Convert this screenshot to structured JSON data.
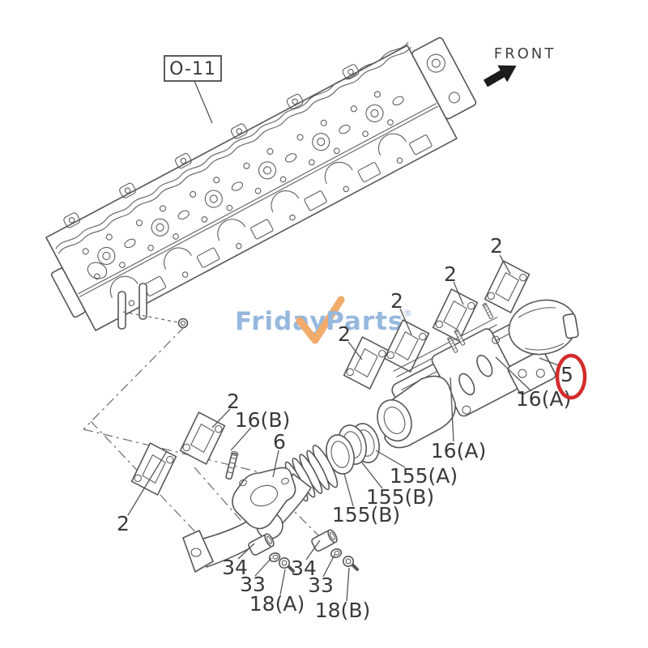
{
  "reference": {
    "box_label": "O-11"
  },
  "orientation": {
    "front_label": "FRONT"
  },
  "watermark": {
    "left": "Friday",
    "right": "Parts",
    "reg": "®"
  },
  "colors": {
    "line": "#565656",
    "label": "#3a3a3a",
    "highlight_red": "#d32b2b",
    "watermark_blue": "#8fb3dc",
    "watermark_orange": "#f0a45e"
  },
  "callouts": [
    {
      "text": "2"
    },
    {
      "text": "2"
    },
    {
      "text": "2"
    },
    {
      "text": "2"
    },
    {
      "text": "2"
    },
    {
      "text": "16(B)"
    },
    {
      "text": "6"
    },
    {
      "text": "2"
    },
    {
      "text": "5",
      "circled": true
    },
    {
      "text": "16(A)"
    },
    {
      "text": "16(A)"
    },
    {
      "text": "155(A)"
    },
    {
      "text": "155(B)"
    },
    {
      "text": "155(B)"
    },
    {
      "text": "34"
    },
    {
      "text": "33"
    },
    {
      "text": "18(A)"
    },
    {
      "text": "34"
    },
    {
      "text": "33"
    },
    {
      "text": "18(B)"
    }
  ]
}
